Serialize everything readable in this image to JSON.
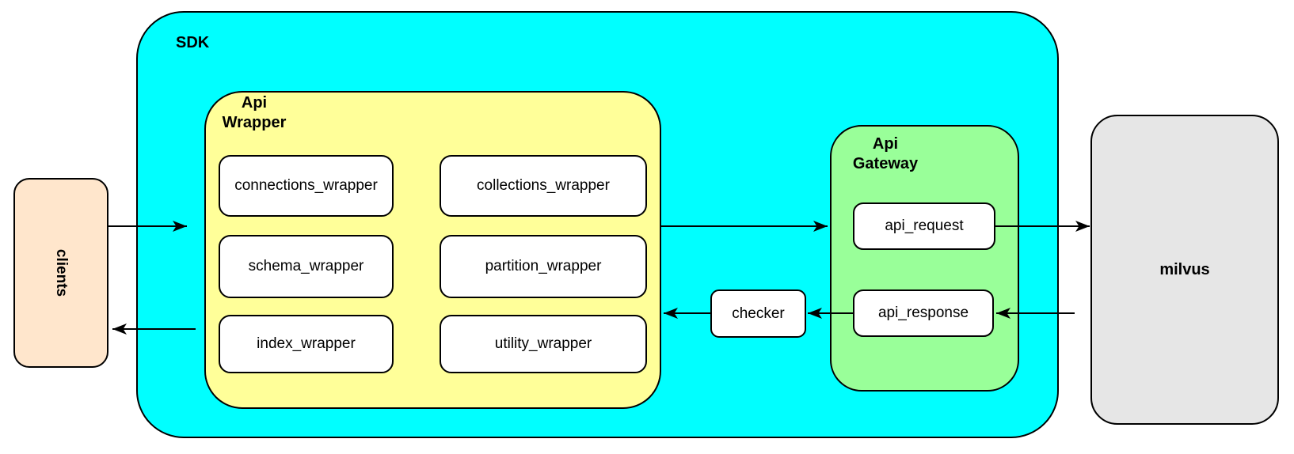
{
  "diagram": {
    "colors": {
      "sdk_fill": "#00ffff",
      "wrapper_fill": "#ffff99",
      "gateway_fill": "#99ff99",
      "clients_fill": "#ffe6cc",
      "milvus_fill": "#e6e6e6",
      "node_fill": "#ffffff",
      "border": "#000000",
      "arrow": "#000000"
    },
    "nodes": {
      "clients": {
        "label": "clients"
      },
      "sdk": {
        "label": "SDK"
      },
      "api_wrapper": {
        "label": "Api\nWrapper"
      },
      "api_gateway": {
        "label": "Api\nGateway"
      },
      "api_request": {
        "label": "api_request"
      },
      "api_response": {
        "label": "api_response"
      },
      "checker": {
        "label": "checker"
      },
      "milvus": {
        "label": "milvus"
      }
    },
    "wrappers": [
      {
        "label": "connections_wrapper"
      },
      {
        "label": "collections_wrapper"
      },
      {
        "label": "schema_wrapper"
      },
      {
        "label": "partition_wrapper"
      },
      {
        "label": "index_wrapper"
      },
      {
        "label": "utility_wrapper"
      }
    ],
    "edges": [
      {
        "from": "clients",
        "to": "SDK"
      },
      {
        "from": "SDK",
        "to": "clients"
      },
      {
        "from": "Api Wrapper",
        "to": "Api Gateway"
      },
      {
        "from": "api_request",
        "to": "milvus"
      },
      {
        "from": "milvus",
        "to": "api_response"
      },
      {
        "from": "api_response",
        "to": "checker"
      },
      {
        "from": "checker",
        "to": "Api Wrapper"
      }
    ]
  }
}
